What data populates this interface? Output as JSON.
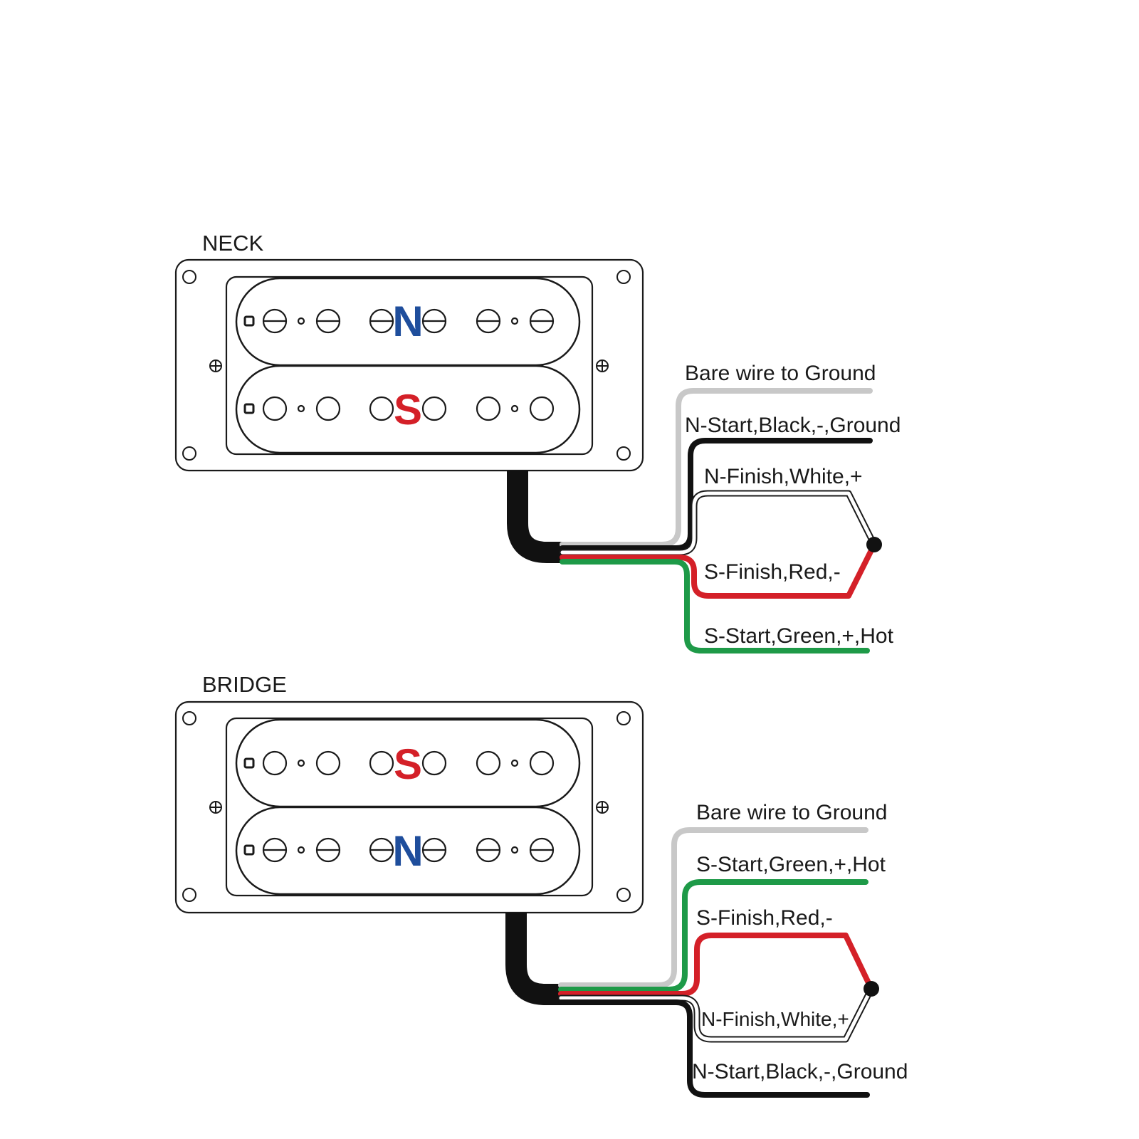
{
  "colors": {
    "north": "#1f4e9c",
    "south": "#d42028",
    "black": "#111111",
    "bare": "#c8c8c8",
    "white_wire": "#ffffff",
    "red_wire": "#d42028",
    "green_wire": "#1e9a48"
  },
  "neck": {
    "title": "NECK",
    "top_coil": "N",
    "bottom_coil": "S",
    "wires": [
      {
        "label": "Bare wire to Ground",
        "color": "bare"
      },
      {
        "label": "N-Start,Black,-,Ground",
        "color": "black"
      },
      {
        "label": "N-Finish,White,+",
        "color": "white"
      },
      {
        "label": "S-Finish,Red,-",
        "color": "red"
      },
      {
        "label": "S-Start,Green,+,Hot",
        "color": "green"
      }
    ]
  },
  "bridge": {
    "title": "BRIDGE",
    "top_coil": "S",
    "bottom_coil": "N",
    "wires": [
      {
        "label": "Bare wire to Ground",
        "color": "bare"
      },
      {
        "label": "S-Start,Green,+,Hot",
        "color": "green"
      },
      {
        "label": "S-Finish,Red,-",
        "color": "red"
      },
      {
        "label": "N-Finish,White,+",
        "color": "white"
      },
      {
        "label": "N-Start,Black,-,Ground",
        "color": "black"
      }
    ]
  }
}
